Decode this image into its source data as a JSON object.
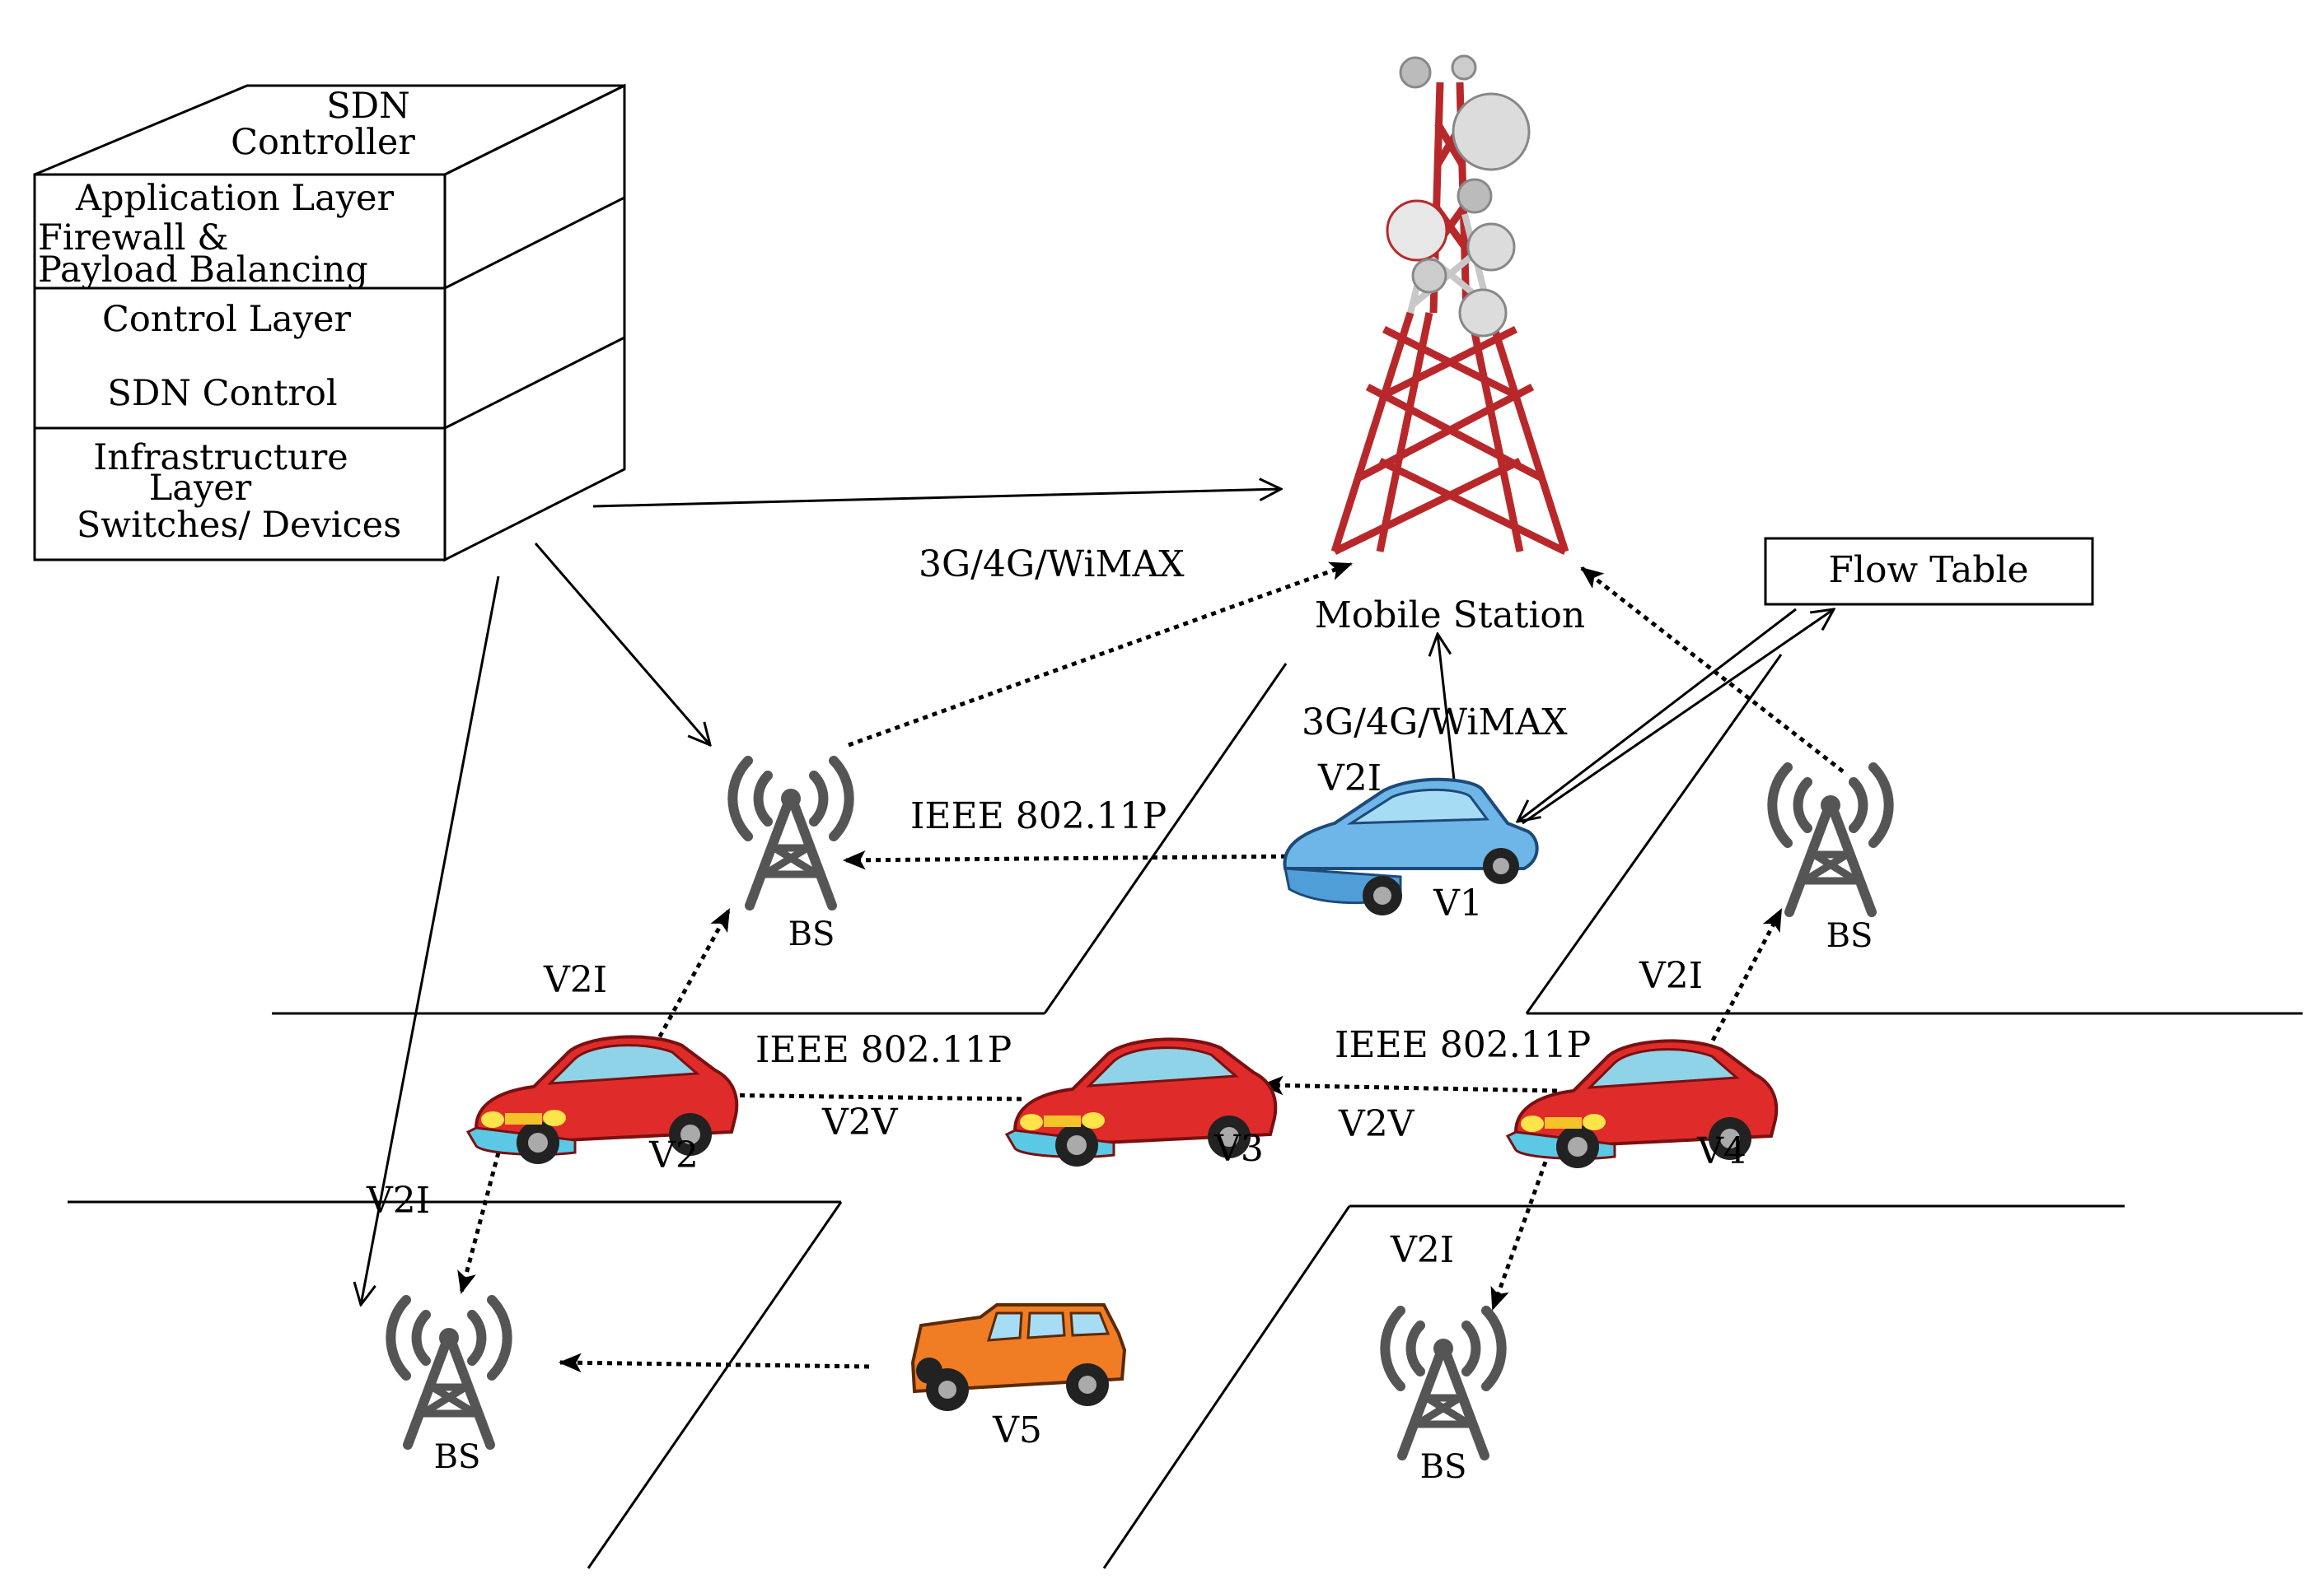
{
  "sdn": {
    "header_line1": "SDN",
    "header_line2": "Controller",
    "app_layer": "Application Layer",
    "firewall": "Firewall &",
    "payload": "Payload Balancing",
    "control_layer": "Control Layer",
    "sdn_control": "SDN Control",
    "infra1": "Infrastructure",
    "infra2": "Layer",
    "switches": "Switches/ Devices"
  },
  "mobile_station": "Mobile Station",
  "flow_table": "Flow Table",
  "bs_label": "BS",
  "tech_3g": "3G/4G/WiMAX",
  "ieee": "IEEE 802.11P",
  "v2i": "V2I",
  "v2v": "V2V",
  "vehicles": {
    "v1": "V1",
    "v2": "V2",
    "v3": "V3",
    "v4": "V4",
    "v5": "V5"
  },
  "colors": {
    "tower_red": "#b8282a",
    "tower_white": "#d9d9d9",
    "bs_gray": "#555555",
    "car_red": "#e02b2b",
    "car_blue": "#6fb6e8",
    "jeep_orange": "#f07d24"
  }
}
